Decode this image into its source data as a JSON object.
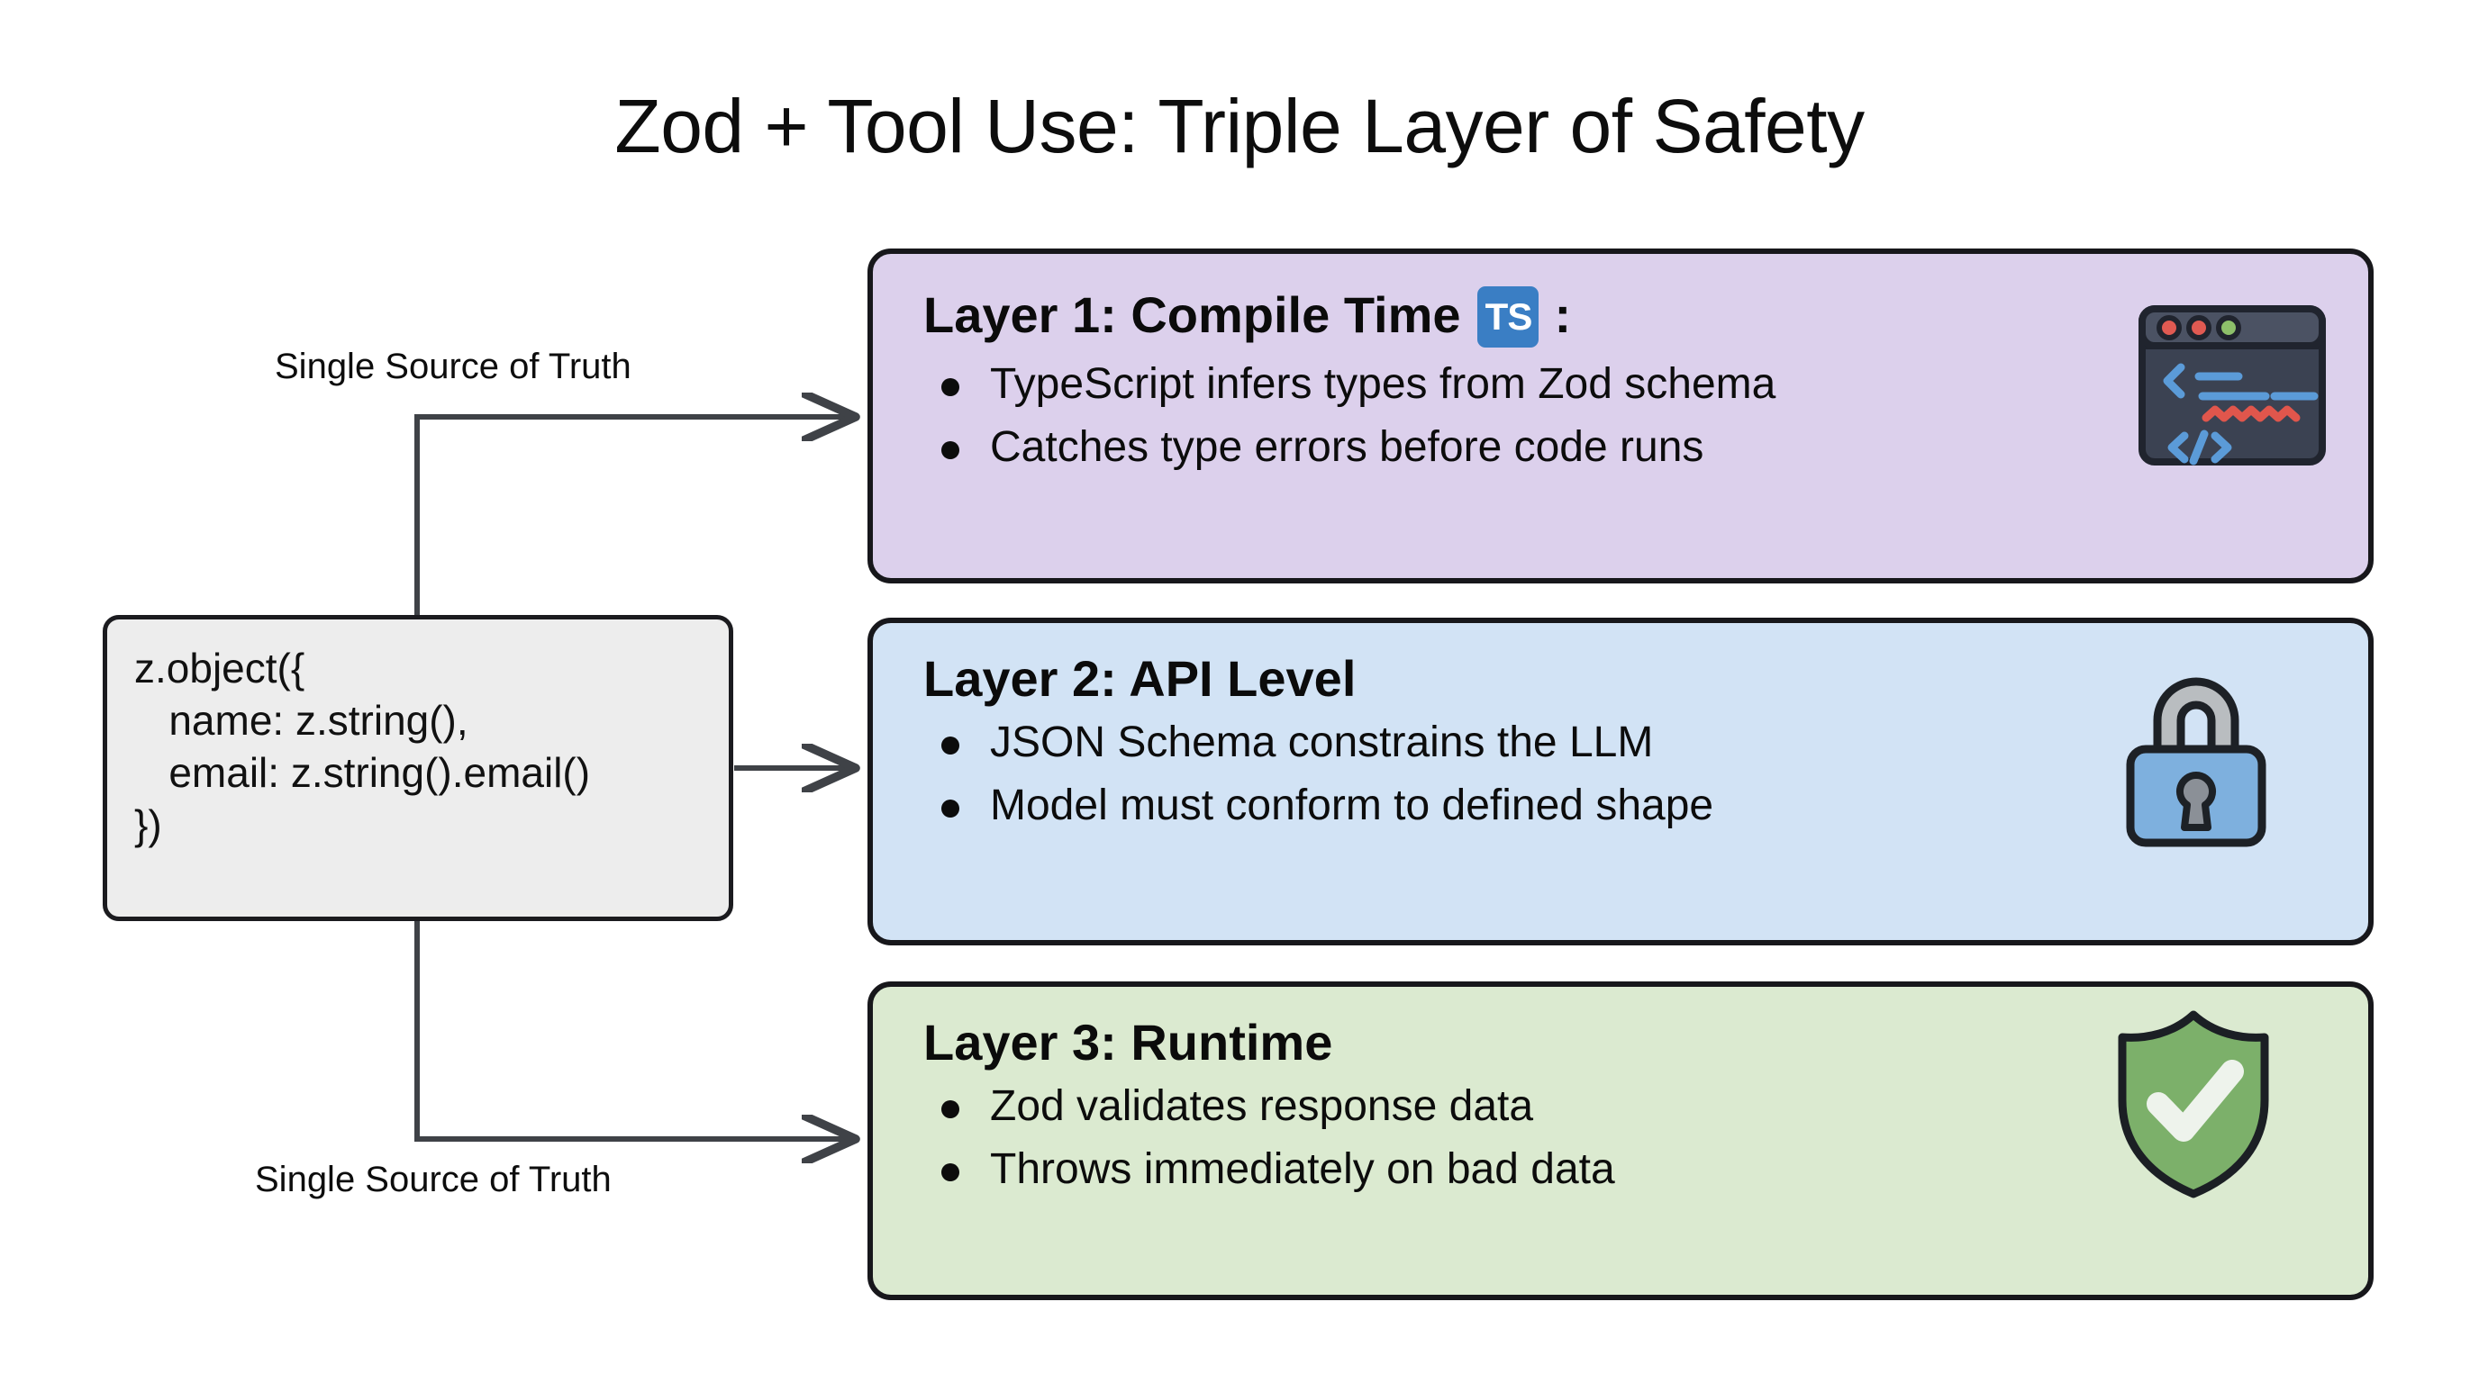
{
  "title": "Zod + Tool Use: Triple Layer of Safety",
  "schema": {
    "name": "zod-schema-source",
    "code": "z.object({\n   name: z.string(),\n   email: z.string().email()\n})"
  },
  "edges": [
    {
      "label": "Single Source of Truth",
      "from": "zod-schema-source",
      "to": "layer-1"
    },
    {
      "label": "",
      "from": "zod-schema-source",
      "to": "layer-2"
    },
    {
      "label": "Single Source of Truth",
      "from": "zod-schema-source",
      "to": "layer-3"
    }
  ],
  "layers": [
    {
      "id": "layer-1",
      "title": "Layer 1: Compile Time",
      "badge": "TS",
      "title_suffix": ":",
      "icon": "code-editor-icon",
      "color": "#dcd0ec",
      "bullets": [
        "TypeScript infers types from Zod schema",
        "Catches type errors before code runs"
      ]
    },
    {
      "id": "layer-2",
      "title": "Layer 2: API Level",
      "badge": "",
      "title_suffix": "",
      "icon": "lock-icon",
      "color": "#d2e3f5",
      "bullets": [
        "JSON Schema constrains the LLM",
        "Model must conform to defined shape"
      ]
    },
    {
      "id": "layer-3",
      "title": "Layer 3: Runtime",
      "badge": "",
      "title_suffix": "",
      "icon": "shield-check-icon",
      "color": "#dbead0",
      "bullets": [
        "Zod validates response data",
        "Throws immediately on bad data"
      ]
    }
  ],
  "colors": {
    "layer1_bg": "#dcd0ec",
    "layer2_bg": "#d2e3f5",
    "layer3_bg": "#dbead0",
    "schema_bg": "#ededed",
    "border": "#17171b",
    "ts_blue": "#3a7ec4",
    "lock_blue": "#7eb0de",
    "shield_green": "#7cb06a",
    "connector": "#3f4247"
  }
}
